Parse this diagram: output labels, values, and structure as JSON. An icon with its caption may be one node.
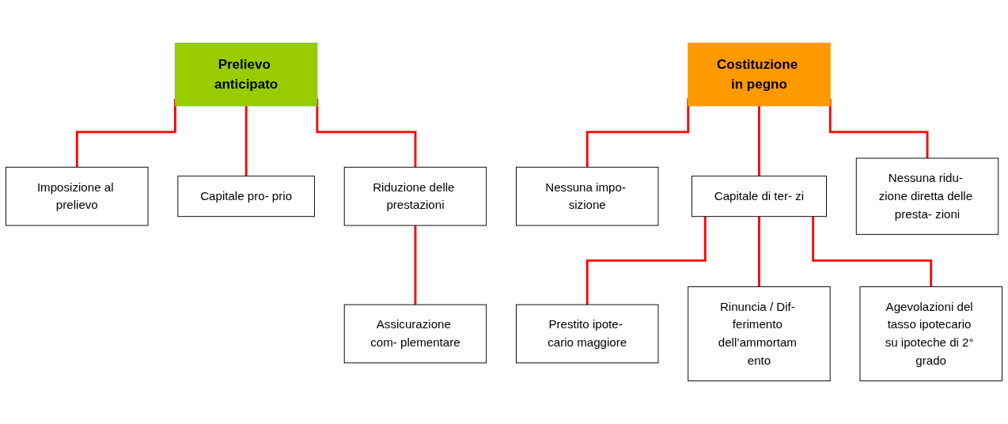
{
  "diagram": {
    "nodes": [
      {
        "text": [
          "Prelievo anticipato"
        ]
      },
      {
        "text": [
          "Imposizione al prelievo"
        ]
      },
      {
        "text": [
          "Capitale pro- prio"
        ]
      },
      {
        "text": [
          "Riduzione delle prestazioni"
        ]
      },
      {
        "text": [
          "Assicurazione com- plementare"
        ]
      },
      {
        "text": [
          "Costituzione in pegno"
        ]
      },
      {
        "text": [
          "Nessuna impo- sizione"
        ]
      },
      {
        "text": [
          "Capitale di ter- zi"
        ]
      },
      {
        "text": [
          "Nessuna ridu- zione diretta delle presta- zioni"
        ]
      },
      {
        "text": [
          "Prestito ipote- cario maggiore"
        ]
      },
      {
        "text": [
          "Rinuncia / Dif- ferimento dell’ammortam ento"
        ]
      },
      {
        "text": [
          "Agevolazioni del tasso ipotecario su ipoteche di 2° grado"
        ]
      }
    ],
    "edges": [
      {
        "from": 0,
        "to": 1,
        "arrow": "none"
      },
      {
        "from": 0,
        "to": 2,
        "arrow": "none"
      },
      {
        "from": 0,
        "to": 3,
        "arrow": "none"
      },
      {
        "from": 3,
        "to": 4,
        "arrow": "none"
      },
      {
        "from": 5,
        "to": 6,
        "arrow": "none"
      },
      {
        "from": 5,
        "to": 7,
        "arrow": "none"
      },
      {
        "from": 5,
        "to": 8,
        "arrow": "none"
      },
      {
        "from": 7,
        "to": 9,
        "arrow": "none"
      },
      {
        "from": 7,
        "to": 10,
        "arrow": "none"
      },
      {
        "from": 7,
        "to": 11,
        "arrow": "none"
      }
    ]
  }
}
